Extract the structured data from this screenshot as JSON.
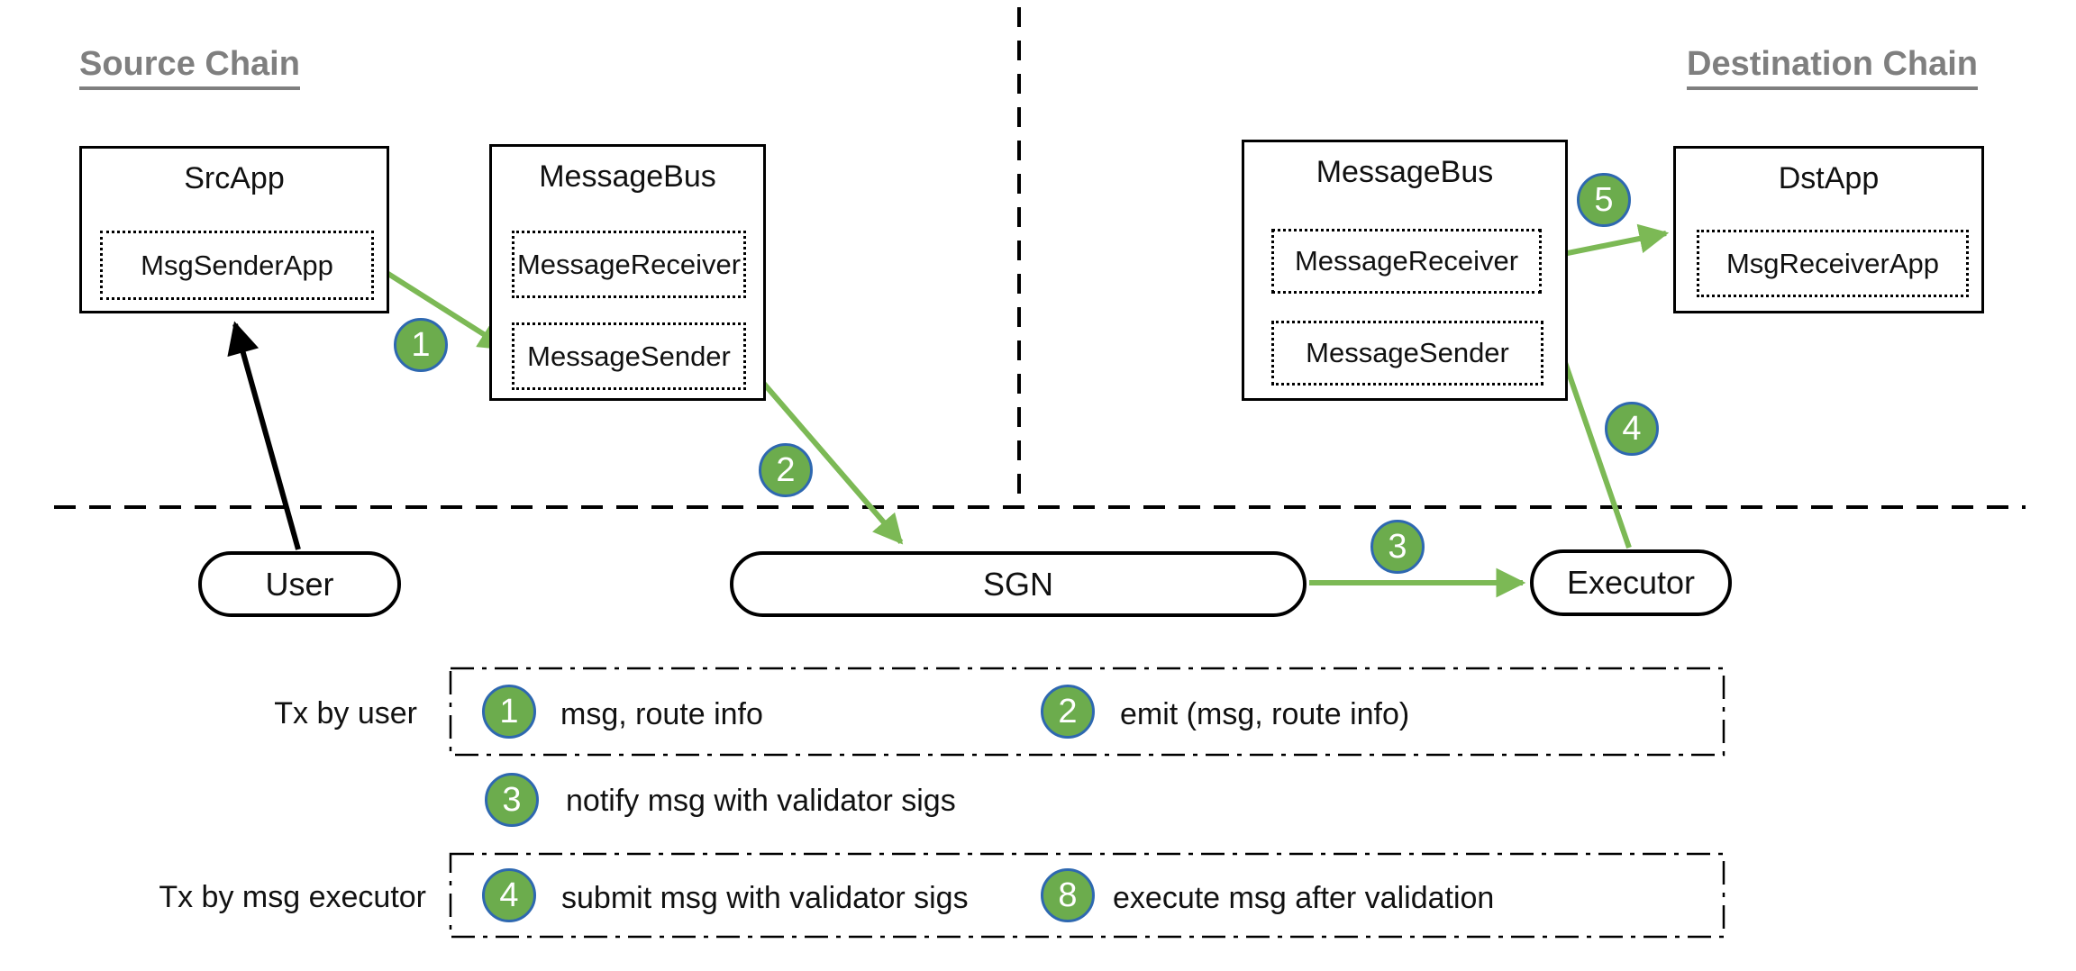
{
  "headers": {
    "source": "Source Chain",
    "destination": "Destination Chain"
  },
  "source_chain": {
    "src_app": {
      "title": "SrcApp",
      "module": "MsgSenderApp"
    },
    "message_bus": {
      "title": "MessageBus",
      "modules": [
        "MessageReceiver",
        "MessageSender"
      ]
    }
  },
  "destination_chain": {
    "message_bus": {
      "title": "MessageBus",
      "modules": [
        "MessageReceiver",
        "MessageSender"
      ]
    },
    "dst_app": {
      "title": "DstApp",
      "module": "MsgReceiverApp"
    }
  },
  "actors": {
    "user": "User",
    "sgn": "SGN",
    "executor": "Executor"
  },
  "diagram_badges": [
    "1",
    "2",
    "3",
    "4",
    "5"
  ],
  "legend": {
    "row_labels": [
      "Tx by user",
      "Tx by msg executor"
    ],
    "items": [
      {
        "num": "1",
        "text": "msg, route info"
      },
      {
        "num": "2",
        "text": "emit (msg, route info)"
      },
      {
        "num": "3",
        "text": "notify msg with validator sigs"
      },
      {
        "num": "4",
        "text": "submit msg with validator sigs"
      },
      {
        "num": "8",
        "text": "execute msg after validation"
      }
    ]
  },
  "colors": {
    "badge_fill": "#6CAC4D",
    "badge_border": "#2E68B0",
    "arrow_green": "#7CB955",
    "heading_gray": "#7F7F7F",
    "line_black": "#000000"
  }
}
